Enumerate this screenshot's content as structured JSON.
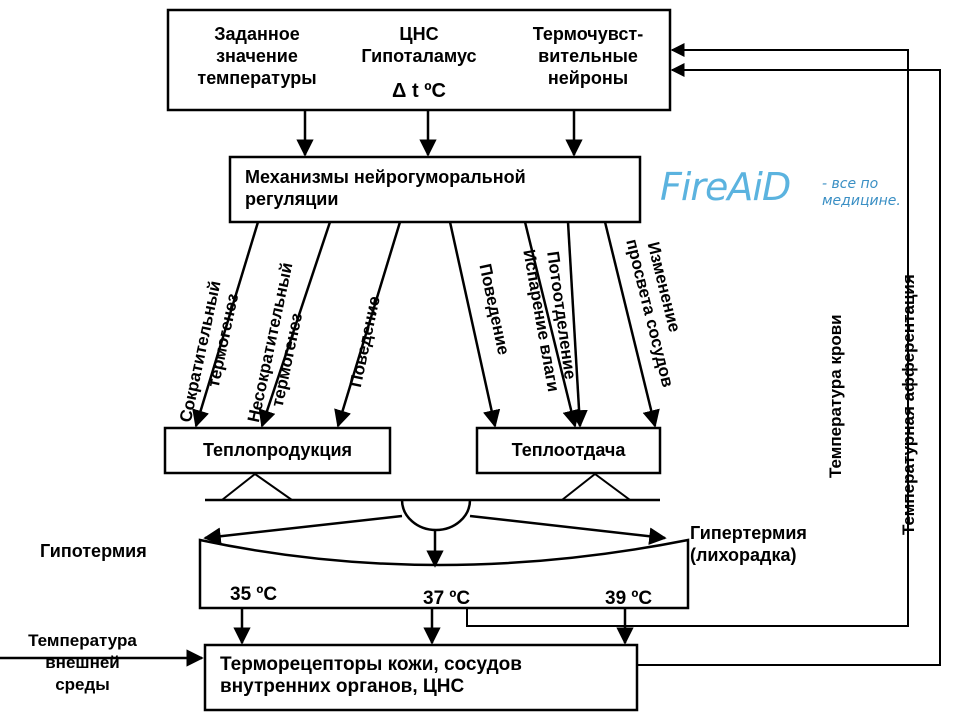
{
  "center": {
    "set_value": [
      "Заданное",
      "значение",
      "температуры"
    ],
    "cns": [
      "ЦНС",
      "Гипоталамус"
    ],
    "delta": "Δ t ºC",
    "thermo_neurons": [
      "Термочувст-",
      "вительные",
      "нейроны"
    ]
  },
  "regulation": [
    "Механизмы нейрогуморальной",
    "регуляции"
  ],
  "branches_left": [
    [
      "Сократительный",
      "термогенез"
    ],
    [
      "Несократительный",
      "термогенез"
    ],
    [
      "Поведение"
    ]
  ],
  "branches_right": [
    [
      "Поведение"
    ],
    [
      "Испарение влаги"
    ],
    [
      "Потоотделение"
    ],
    [
      "Изменение",
      "просвета сосудов"
    ]
  ],
  "heat_production": "Теплопродукция",
  "heat_loss": "Теплоотдача",
  "hypothermia": "Гипотермия",
  "hyperthermia": [
    "Гипертермия",
    "(лихорадка)"
  ],
  "scale_marks": [
    "35 ºC",
    "37 ºC",
    "39 ºC"
  ],
  "receptors": [
    "Терморецепторы кожи, сосудов",
    "внутренних органов, ЦНС"
  ],
  "external_temp": [
    "Температура",
    "внешней",
    "среды"
  ],
  "blood_temp": "Температура крови",
  "afferentation": "Температурная афферентация",
  "logo": {
    "brand": "FireAiD",
    "tagline": [
      "- все по",
      "медицине."
    ],
    "color": "#4aa3d4"
  }
}
